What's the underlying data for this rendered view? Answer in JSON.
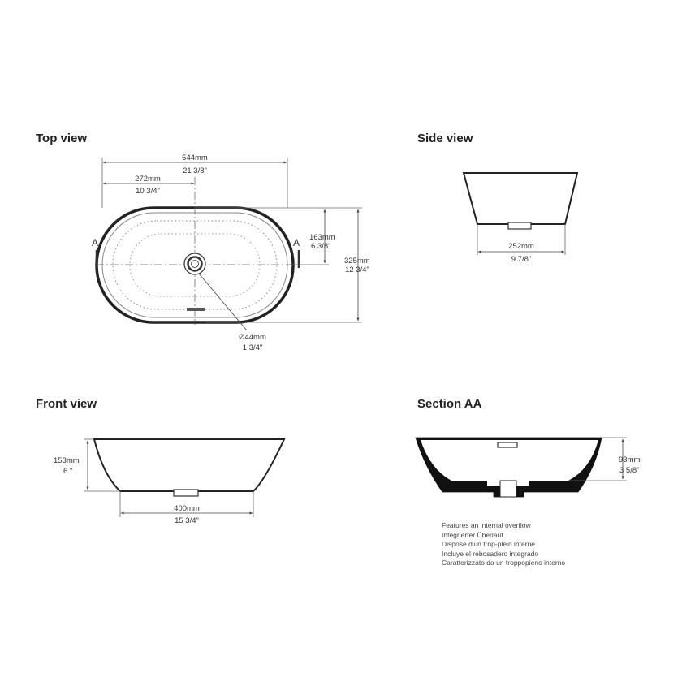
{
  "views": {
    "top": {
      "title": "Top view",
      "width_mm": "544mm",
      "width_in": "21 3/8\"",
      "half_mm": "272mm",
      "half_in": "10 3/4\"",
      "half_depth_mm": "163mm",
      "half_depth_in": "6 3/8\"",
      "depth_mm": "325mm",
      "depth_in": "12 3/4\"",
      "drain_mm": "Ø44mm",
      "drain_in": "1 3/4\"",
      "section_marker_left": "A",
      "section_marker_right": "A"
    },
    "side": {
      "title": "Side view",
      "base_mm": "252mm",
      "base_in": "9 7/8\""
    },
    "front": {
      "title": "Front view",
      "height_mm": "153mm",
      "height_in": "6 \"",
      "base_mm": "400mm",
      "base_in": "15 3/4\""
    },
    "section": {
      "title": "Section AA",
      "depth_mm": "93mm",
      "depth_in": "3 5/8\""
    }
  },
  "notes": [
    "Features an internal overflow",
    "Integrierter Überlauf",
    "Dispose d'un trop-plein interne",
    "Incluye el rebosadero integrado",
    "Caratterizzato da un troppopieno interno"
  ]
}
